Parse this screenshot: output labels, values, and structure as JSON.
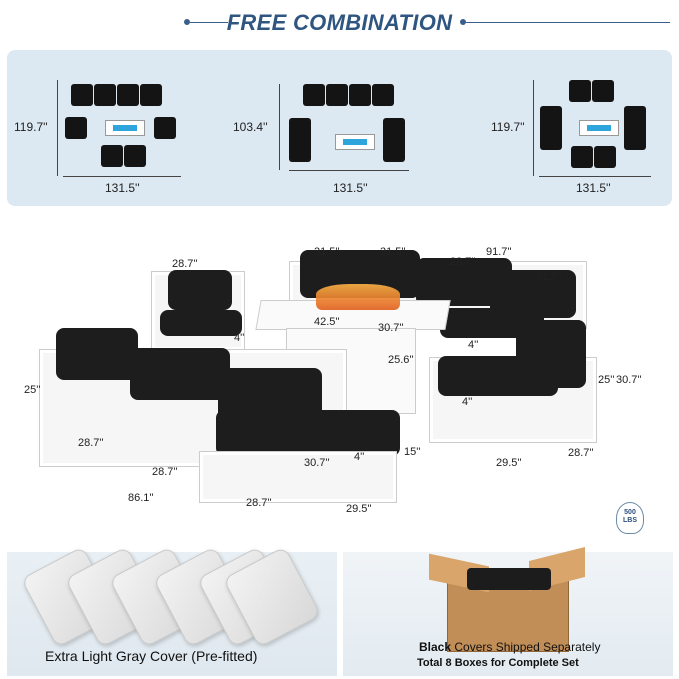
{
  "header": {
    "title": "FREE COMBINATION"
  },
  "layouts": [
    {
      "height": "119.7''",
      "width": "131.5''"
    },
    {
      "height": "103.4''",
      "width": "131.5''"
    },
    {
      "height": "119.7''",
      "width": "131.5''"
    }
  ],
  "dims": {
    "d1": "28.7''",
    "d2": "31.5''",
    "d3": "31.5''",
    "d4": "91.7''",
    "d5": "28.7''",
    "d6": "31.5''",
    "d7": "42.5''",
    "d8": "30.7''",
    "d9": "25.6''",
    "d10": "4''",
    "d11": "4''",
    "d12": "25''",
    "d13": "30.7''",
    "d14": "4''",
    "d15": "25''",
    "d16": "28.7''",
    "d17": "28.7''",
    "d18": "28.7''",
    "d19": "86.1''",
    "d20": "30.7''",
    "d21": "4''",
    "d22": "15''",
    "d23": "29.5''",
    "d24": "29.5''",
    "d25": "28.7''"
  },
  "badge": {
    "line1": "500",
    "line2": "LBS"
  },
  "bottom": {
    "left_caption": "Extra Light Gray Cover (Pre-fitted)",
    "right_bold": "Black",
    "right_rest": " Covers Shipped Separately",
    "right_sub": "Total 8 Boxes for Complete Set"
  }
}
